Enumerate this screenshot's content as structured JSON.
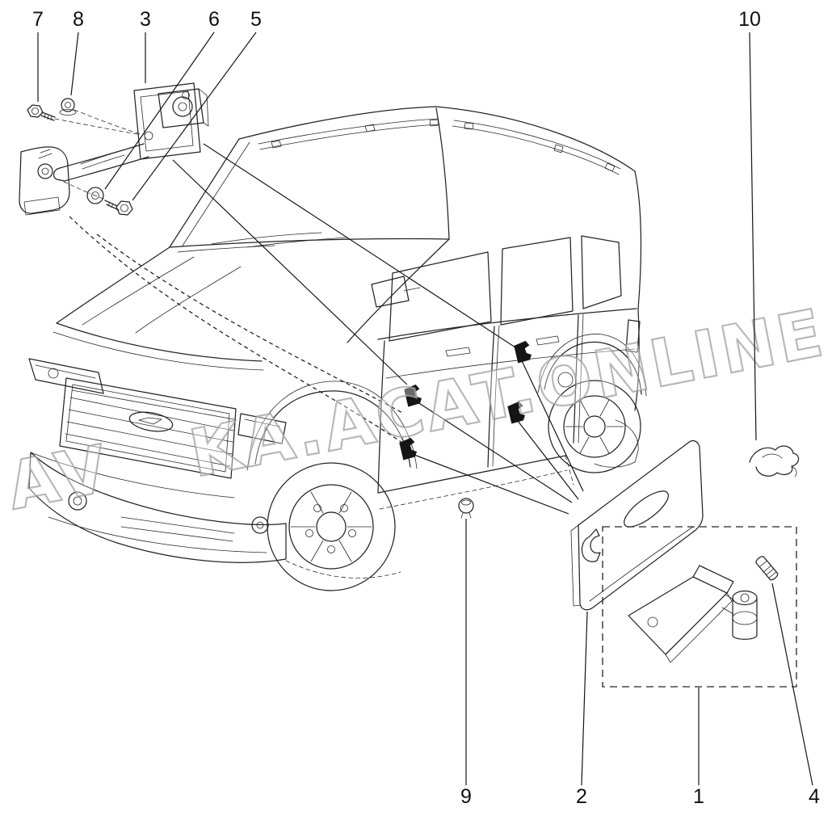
{
  "figure": {
    "background": "#ffffff",
    "line_color": "#242424",
    "hinge_fill": "#151515",
    "watermark_stroke": "#8d8d8d"
  },
  "callouts": [
    {
      "label": "7"
    },
    {
      "label": "8"
    },
    {
      "label": "3"
    },
    {
      "label": "6"
    },
    {
      "label": "5"
    },
    {
      "label": "10"
    },
    {
      "label": "9"
    },
    {
      "label": "2"
    },
    {
      "label": "1"
    },
    {
      "label": "4"
    }
  ],
  "watermark": {
    "fragment_left": "AV",
    "text": "KA.ACAT.ONLINE"
  }
}
